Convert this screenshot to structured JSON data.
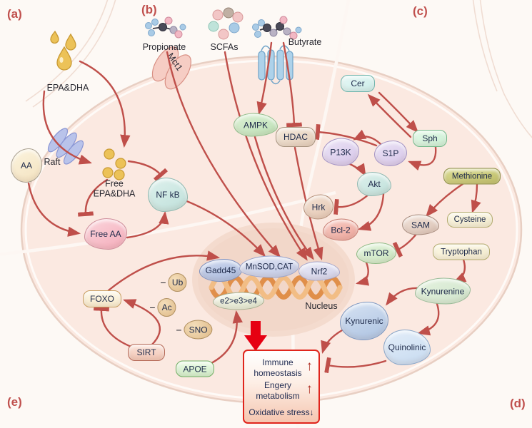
{
  "panels": {
    "a": "(a)",
    "b": "(b)",
    "c": "(c)",
    "d": "(d)",
    "e": "(e)"
  },
  "labels": {
    "epa_dha": "EPA&DHA",
    "propionate": "Propionate",
    "scfas": "SCFAs",
    "butyrate": "Butyrate",
    "mct1": "Mct1",
    "raft": "Raft",
    "aa": "AA",
    "free_epa_line1": "Free",
    "free_epa_line2": "EPA&DHA",
    "free_aa": "Free AA",
    "nfkb": "NF kB",
    "ampk": "AMPK",
    "hdac": "HDAC",
    "cer": "Cer",
    "sph": "Sph",
    "s1p": "S1P",
    "p13k": "P13K",
    "akt": "Akt",
    "hrk": "Hrk",
    "bcl2": "Bcl-2",
    "methionine": "Methionine",
    "cysteine": "Cysteine",
    "sam": "SAM",
    "mtor": "mTOR",
    "tryptophan": "Tryptophan",
    "kynurenine": "Kynurenine",
    "kynurenic": "Kynurenic",
    "quinolinic": "Quinolinic",
    "foxo": "FOXO",
    "sirt": "SIRT",
    "apoe": "APOE",
    "ub": "Ub",
    "ac": "Ac",
    "sno": "SNO",
    "minus": "−",
    "gadd45": "Gadd45",
    "mnsod_cat": "MnSOD,CAT",
    "nrf2": "Nrf2",
    "apoe_alleles": "e2>e3>e4",
    "nucleus": "Nucleus"
  },
  "outcome_box": {
    "line1": "Immune",
    "line2": "homeostasis",
    "line3": "Engery",
    "line4": "metabolism",
    "line5": "Oxidative stress",
    "up_arrow": "↑",
    "down_arrow": "↓"
  },
  "colors": {
    "background": "#fdf9f5",
    "cell_fill": "#fbe9e1",
    "cell_border": "#e8cfc3",
    "nucleus_fill": "#f4dbce",
    "arrow": "#bf4f4a",
    "panel_label": "#c0504d",
    "dna_strand_dark": "#e08f4a",
    "dna_strand_light": "#f2bd85",
    "outcome_border": "#e0251c",
    "big_arrow": "#e60012",
    "droplet_gold": "#ecc258"
  },
  "edges": [
    {
      "from": "EPA&DHA",
      "to": "Free EPA&DHA",
      "effect": "activates",
      "note": "via Raft"
    },
    {
      "from": "EPA&DHA",
      "to": "Free EPA&DHA",
      "effect": "activates"
    },
    {
      "from": "AA",
      "to": "Free AA",
      "effect": "activates"
    },
    {
      "from": "Free EPA&DHA",
      "to": "Free AA",
      "effect": "inhibits"
    },
    {
      "from": "Free EPA&DHA",
      "to": "NF kB",
      "effect": "inhibits"
    },
    {
      "from": "Free AA",
      "to": "NF kB",
      "effect": "activates"
    },
    {
      "from": "NF kB",
      "to": "MnSOD,CAT",
      "effect": "activates"
    },
    {
      "from": "Propionate (Mct1)",
      "to": "MnSOD,CAT",
      "effect": "activates"
    },
    {
      "from": "SCFAs",
      "to": "Nrf2",
      "effect": "activates"
    },
    {
      "from": "Butyrate",
      "to": "AMPK",
      "effect": "activates"
    },
    {
      "from": "Butyrate",
      "to": "HDAC",
      "effect": "inhibits"
    },
    {
      "from": "AMPK",
      "to": "Nrf2",
      "effect": "activates"
    },
    {
      "from": "HDAC",
      "to": "Nrf2",
      "effect": "activates"
    },
    {
      "from": "S1P",
      "to": "HDAC",
      "effect": "inhibits"
    },
    {
      "from": "Sph",
      "to": "Cer",
      "effect": "activates"
    },
    {
      "from": "Cer",
      "to": "Sph",
      "effect": "activates"
    },
    {
      "from": "Sph",
      "to": "S1P",
      "effect": "activates"
    },
    {
      "from": "S1P",
      "to": "P13K",
      "effect": "activates"
    },
    {
      "from": "P13K",
      "to": "Akt",
      "effect": "activates"
    },
    {
      "from": "Akt",
      "to": "Hrk",
      "effect": "inhibits"
    },
    {
      "from": "Akt",
      "to": "Bcl-2",
      "effect": "activates"
    },
    {
      "from": "Methionine",
      "to": "SAM",
      "effect": "activates"
    },
    {
      "from": "Methionine",
      "to": "Cysteine",
      "effect": "activates"
    },
    {
      "from": "SAM",
      "to": "mTOR",
      "effect": "inhibits"
    },
    {
      "from": "mTOR",
      "to": "Nucleus",
      "effect": "activates"
    },
    {
      "from": "Tryptophan",
      "to": "Kynurenine",
      "effect": "activates"
    },
    {
      "from": "Kynurenine",
      "to": "Kynurenic",
      "effect": "activates"
    },
    {
      "from": "Kynurenine",
      "to": "Quinolinic",
      "effect": "activates"
    },
    {
      "from": "Kynurenic",
      "to": "Outcome box",
      "effect": "activates"
    },
    {
      "from": "Quinolinic",
      "to": "Outcome box",
      "effect": "inhibits"
    },
    {
      "from": "SIRT",
      "to": "FOXO",
      "effect": "inhibits"
    },
    {
      "from": "SIRT",
      "to": "FOXO",
      "effect": "activates"
    },
    {
      "from": "FOXO",
      "to": "Gadd45",
      "effect": "activates"
    },
    {
      "from": "APOE",
      "to": "e2>e3>e4",
      "effect": "activates"
    },
    {
      "from": "Nucleus",
      "to": "Outcome box",
      "effect": "drives"
    }
  ]
}
